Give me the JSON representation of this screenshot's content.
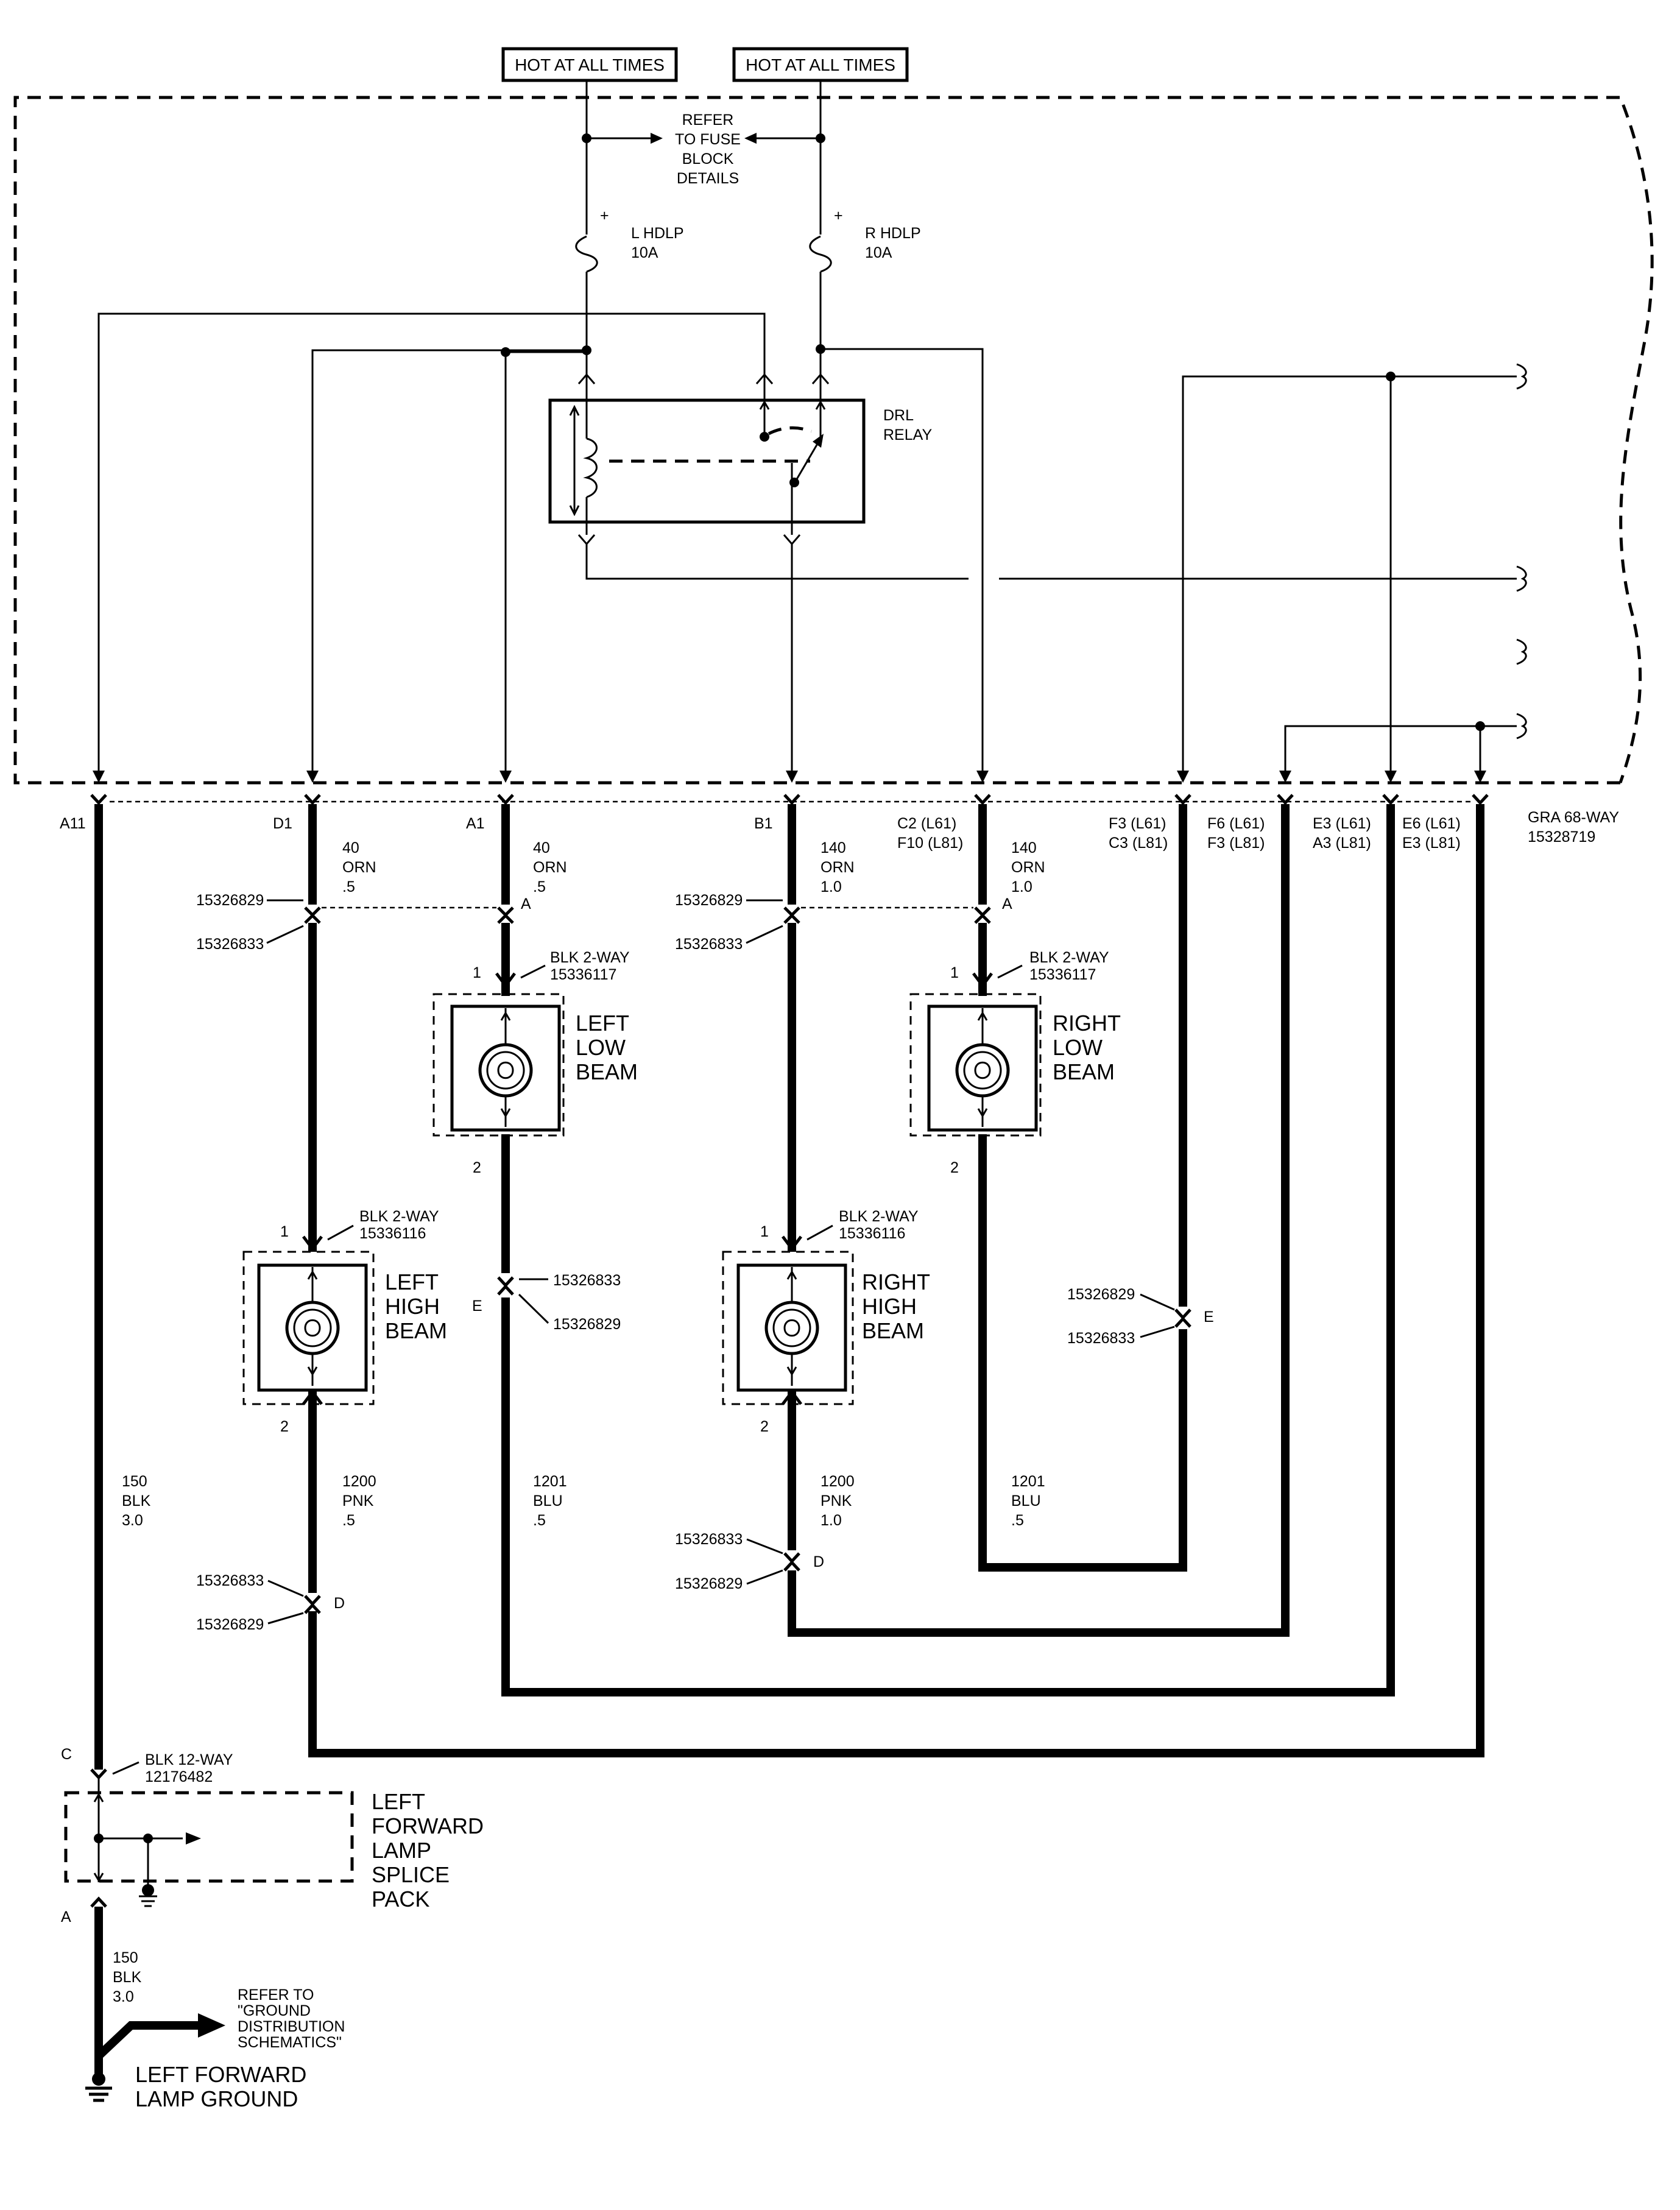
{
  "power": {
    "hot_left": "HOT AT ALL TIMES",
    "hot_right": "HOT AT ALL TIMES",
    "refer_fuse": [
      "REFER",
      "TO FUSE",
      "BLOCK",
      "DETAILS"
    ]
  },
  "fuses": {
    "left": {
      "name": "L HDLP",
      "rating": "10A",
      "polarity": "+"
    },
    "right": {
      "name": "R HDLP",
      "rating": "10A",
      "polarity": "+"
    }
  },
  "relay": {
    "line1": "DRL",
    "line2": "RELAY"
  },
  "connector_main": {
    "name": "GRA 68-WAY",
    "part": "15328719"
  },
  "pins": {
    "a11": "A11",
    "d1": "D1",
    "a1": "A1",
    "b1": "B1",
    "c2": "C2 (L61)",
    "f10": "F10 (L81)",
    "f3a": "F3 (L61)",
    "c3": "C3 (L81)",
    "f6": "F6 (L61)",
    "f3b": "F3 (L81)",
    "e3a": "E3 (L61)",
    "a3": "A3 (L81)",
    "e6": "E6 (L61)",
    "e3b": "E3 (L81)"
  },
  "wires": {
    "w40a": [
      "40",
      "ORN",
      ".5"
    ],
    "w40b": [
      "40",
      "ORN",
      ".5"
    ],
    "w140a": [
      "140",
      "ORN",
      "1.0"
    ],
    "w140b": [
      "140",
      "ORN",
      "1.0"
    ],
    "w150a": [
      "150",
      "BLK",
      "3.0"
    ],
    "w1200a": [
      "1200",
      "PNK",
      ".5"
    ],
    "w1201a": [
      "1201",
      "BLU",
      ".5"
    ],
    "w1200b": [
      "1200",
      "PNK",
      "1.0"
    ],
    "w1201b": [
      "1201",
      "BLU",
      ".5"
    ],
    "w150b": [
      "150",
      "BLK",
      "3.0"
    ]
  },
  "inline": {
    "p29": "15326829",
    "p33": "15326833",
    "letter_a": "A",
    "letter_d": "D",
    "letter_e": "E",
    "letter_c": "C"
  },
  "lamps": {
    "left_low": {
      "label": [
        "LEFT",
        "LOW",
        "BEAM"
      ],
      "conn": "BLK 2-WAY",
      "part": "15336117",
      "pin1": "1",
      "pin2": "2"
    },
    "right_low": {
      "label": [
        "RIGHT",
        "LOW",
        "BEAM"
      ],
      "conn": "BLK 2-WAY",
      "part": "15336117",
      "pin1": "1",
      "pin2": "2"
    },
    "left_high": {
      "label": [
        "LEFT",
        "HIGH",
        "BEAM"
      ],
      "conn": "BLK 2-WAY",
      "part": "15336116",
      "pin1": "1",
      "pin2": "2"
    },
    "right_high": {
      "label": [
        "RIGHT",
        "HIGH",
        "BEAM"
      ],
      "conn": "BLK 2-WAY",
      "part": "15336116",
      "pin1": "1",
      "pin2": "2"
    }
  },
  "splice": {
    "conn": "BLK 12-WAY",
    "part": "12176482",
    "pin_c": "C",
    "pin_a": "A",
    "label": [
      "LEFT",
      "FORWARD",
      "LAMP",
      "SPLICE",
      "PACK"
    ]
  },
  "ground": {
    "refer": [
      "REFER TO",
      "\"GROUND",
      "DISTRIBUTION",
      "SCHEMATICS\""
    ],
    "label": [
      "LEFT FORWARD",
      "LAMP GROUND"
    ]
  }
}
